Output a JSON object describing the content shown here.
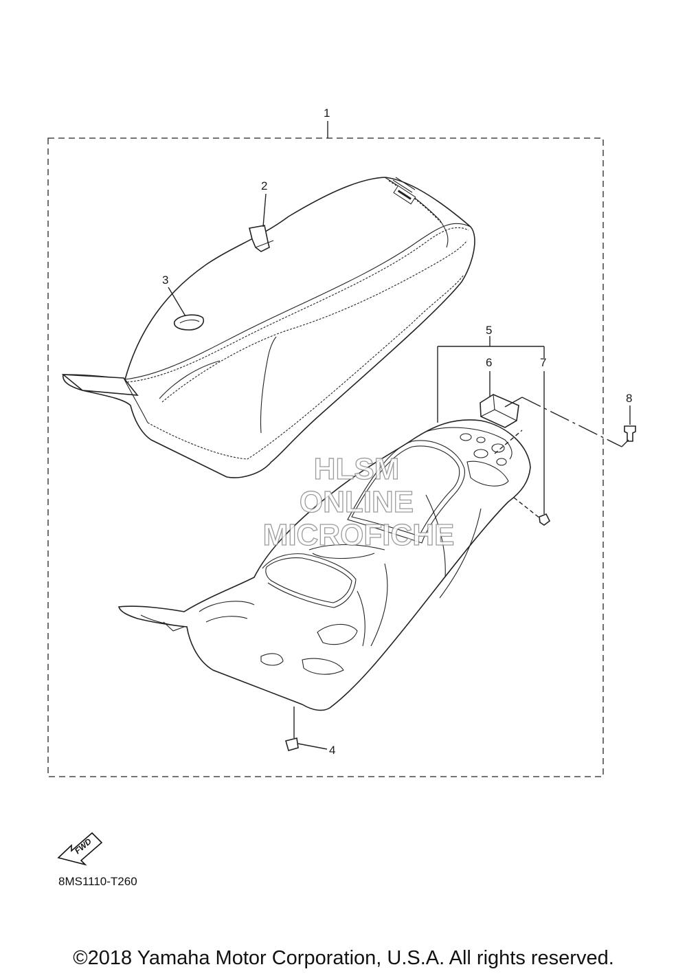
{
  "callouts": {
    "c1": "1",
    "c2": "2",
    "c3": "3",
    "c4": "4",
    "c5": "5",
    "c6": "6",
    "c7": "7",
    "c8": "8"
  },
  "watermark": {
    "line1": "HLSM",
    "line2": "ONLINE",
    "line3": "MICROFICHE"
  },
  "fwd_label": "FWD",
  "diagram_code": "8MS1110-T260",
  "copyright": "©2018 Yamaha Motor Corporation, U.S.A. All rights reserved."
}
